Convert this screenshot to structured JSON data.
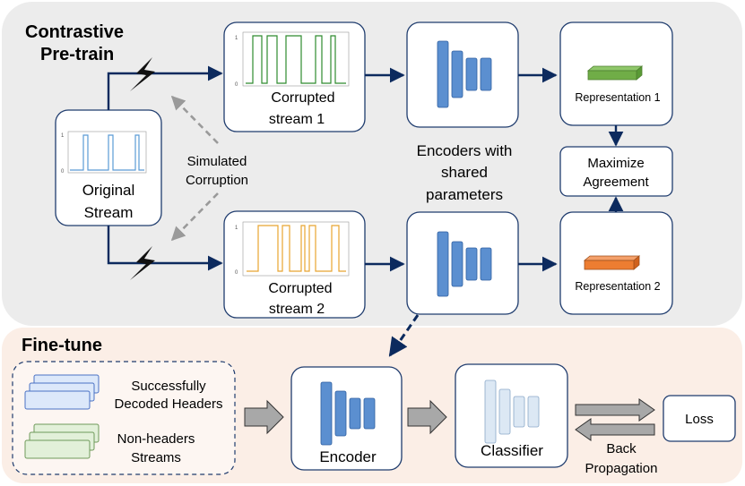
{
  "pretrain": {
    "title_line1": "Contrastive",
    "title_line2": "Pre-train",
    "original_line1": "Original",
    "original_line2": "Stream",
    "simulated_line1": "Simulated",
    "simulated_line2": "Corruption",
    "corrupted1_line1": "Corrupted",
    "corrupted1_line2": "stream 1",
    "corrupted2_line1": "Corrupted",
    "corrupted2_line2": "stream 2",
    "encoders_line1": "Encoders with",
    "encoders_line2": "shared",
    "encoders_line3": "parameters",
    "representation1": "Representation 1",
    "representation2": "Representation 2",
    "maximize_line1": "Maximize",
    "maximize_line2": "Agreement"
  },
  "finetune": {
    "title": "Fine-tune",
    "headers_line1": "Successfully",
    "headers_line2": "Decoded Headers",
    "nonheaders_line1": "Non-headers",
    "nonheaders_line2": "Streams",
    "encoder": "Encoder",
    "classifier": "Classifier",
    "loss": "Loss",
    "backprop_line1": "Back",
    "backprop_line2": "Propagation"
  },
  "plots": {
    "tick_top": "1",
    "tick_bottom": "0"
  },
  "colors": {
    "pretrain_bg": "#ececec",
    "finetune_bg": "#fbeee6",
    "box_border": "#1f3c6e",
    "arrow": "#0c2a5e",
    "encoder_blue": "#5b8fd0",
    "classifier_light": "#dce8f4",
    "original_signal": "#5b9bd5",
    "corrupted1_signal": "#2e8b2e",
    "corrupted2_signal": "#e8a530",
    "rep1_green": "#70ad47",
    "rep2_orange": "#ed7d31",
    "headers_fill": "#dce8fa",
    "nonheaders_fill": "#e2f0d9"
  },
  "icons": [
    "lightning-bolt-icon",
    "encoder-network-icon",
    "classifier-network-icon",
    "data-stack-icon"
  ]
}
